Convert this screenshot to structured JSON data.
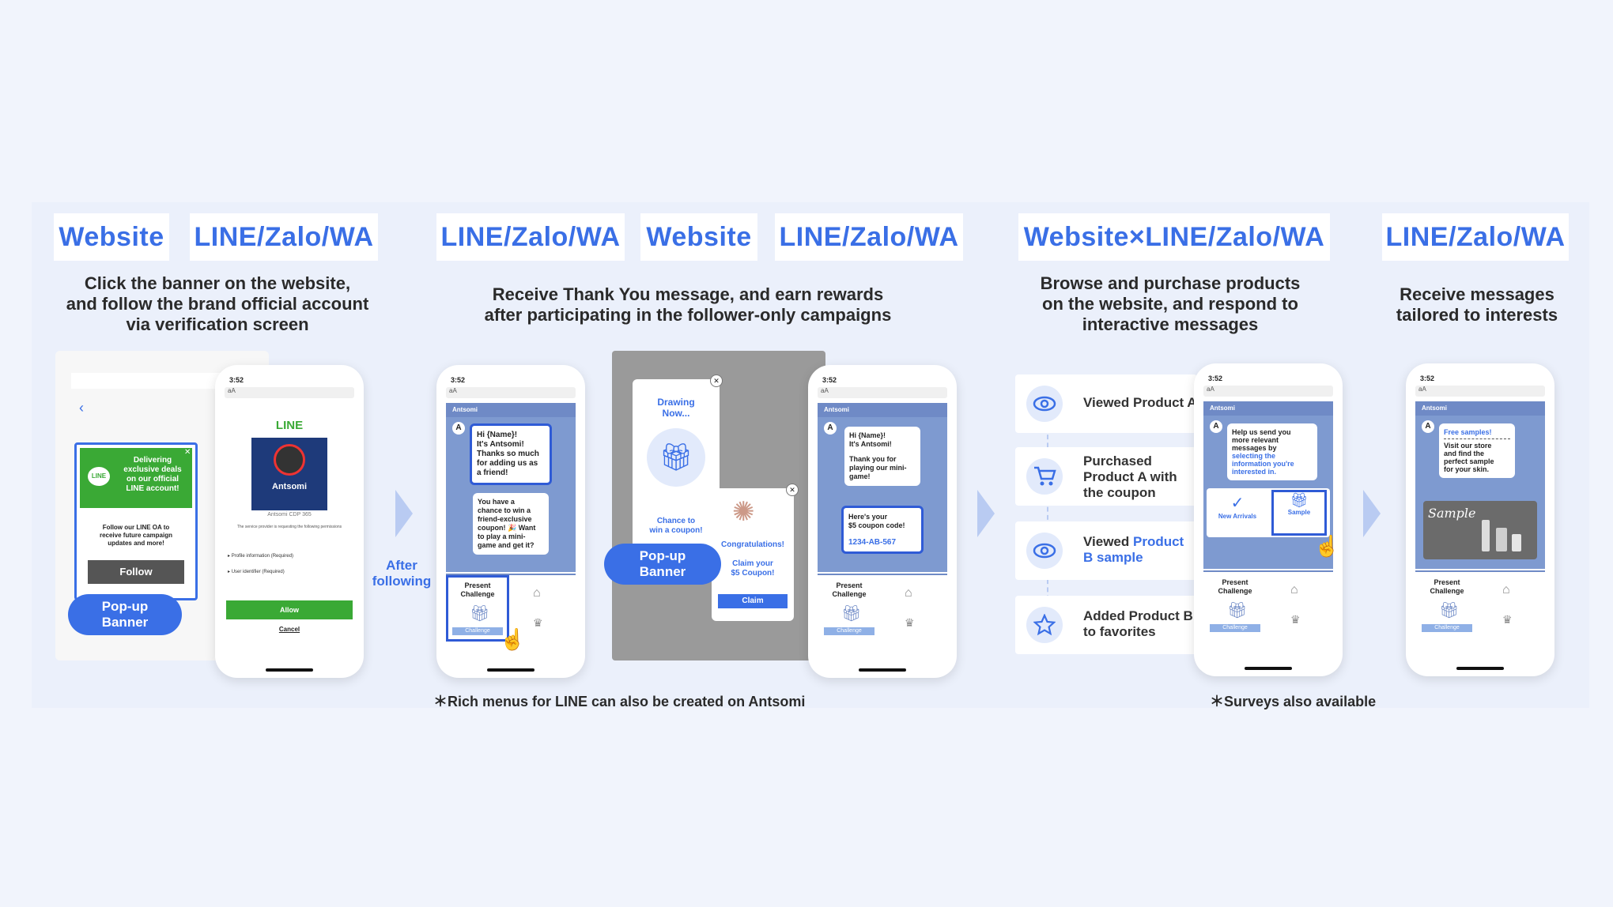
{
  "steps": {
    "s1": {
      "tags": [
        "Website",
        "LINE/Zalo/WA"
      ],
      "description": [
        "Click the banner on the website,",
        "and follow the brand official account",
        "via verification screen"
      ],
      "website_popup": {
        "text": [
          "Delivering",
          "exclusive deals",
          "on our official",
          "LINE account!"
        ],
        "line_logo": "LINE",
        "sub": [
          "Follow our LINE OA to",
          "receive future campaign",
          "updates and more!"
        ],
        "follow_button": "Follow"
      },
      "popup_banner": [
        "Pop-up",
        "Banner"
      ],
      "verify": {
        "time": "3:52",
        "url": "aA",
        "brand": "LINE",
        "account": "Antsomi",
        "account_sub": "Antsomi CDP 365",
        "permission_note": "The service provider is requesting the following permissions",
        "perms": [
          "Profile information (Required)",
          "User identifier (Required)"
        ],
        "allow": "Allow",
        "cancel": "Cancel"
      },
      "arrow_label": [
        "After",
        "following"
      ]
    },
    "s2": {
      "tags": [
        "LINE/Zalo/WA",
        "Website",
        "LINE/Zalo/WA"
      ],
      "description": [
        "Receive Thank You message, and earn rewards",
        "after participating in the follower-only campaigns"
      ],
      "phone1": {
        "time": "3:52",
        "url": "aA",
        "chat_title": "Antsomi",
        "bubble1": [
          "Hi {Name}!",
          "It's Antsomi!",
          "Thanks so much",
          "for adding us as",
          "a friend!"
        ],
        "bubble2": [
          "You have a",
          "chance to win a",
          "friend-exclusive",
          "coupon! 🎉 Want",
          "to play a mini-",
          "game and get it?"
        ],
        "menu_left": [
          "Present",
          "Challenge"
        ],
        "menu_badge": "Challenge"
      },
      "game": {
        "drawing": [
          "Drawing",
          "Now..."
        ],
        "chance": [
          "Chance to",
          "win a coupon!"
        ],
        "congrats": "Congratulations!",
        "claim_text": [
          "Claim your",
          "$5 Coupon!"
        ],
        "claim_button": "Claim"
      },
      "popup_banner": [
        "Pop-up",
        "Banner"
      ],
      "phone2": {
        "time": "3:52",
        "url": "aA",
        "chat_title": "Antsomi",
        "bubble1": [
          "Hi {Name}!",
          "It's Antsomi!",
          "",
          "Thank you for",
          "playing our mini-",
          "game!"
        ],
        "bubble2": [
          "Here's your",
          "$5 coupon code!"
        ],
        "code": "1234-AB-567",
        "menu_left": [
          "Present",
          "Challenge"
        ],
        "menu_badge": "Challenge"
      },
      "note": "＊Rich menus for LINE can also be created on Antsomi"
    },
    "s3": {
      "tag": "Website×LINE/Zalo/WA",
      "description": [
        "Browse and purchase products",
        "on the website, and respond to",
        "interactive messages"
      ],
      "cards": [
        {
          "icon": "eye-icon",
          "text": [
            "Viewed Product A"
          ],
          "highlight": ""
        },
        {
          "icon": "cart-icon",
          "text": [
            "Purchased",
            "Product A with",
            "the coupon"
          ],
          "highlight": ""
        },
        {
          "icon": "eye-icon",
          "text": [
            "Viewed ",
            "B sample"
          ],
          "highlight": "Product"
        },
        {
          "icon": "star-icon",
          "text": [
            "Added Product B",
            "to favorites"
          ],
          "highlight": ""
        }
      ],
      "phone": {
        "time": "3:52",
        "url": "aA",
        "chat_title": "Antsomi",
        "bubble": [
          "Help us send you",
          "more relevant",
          "messages by",
          "selecting the",
          "information you're",
          "interested in."
        ],
        "opt1": "New Arrivals",
        "opt2": "Sample",
        "menu_left": [
          "Present",
          "Challenge"
        ],
        "menu_badge": "Challenge"
      },
      "note": "＊Surveys also available"
    },
    "s4": {
      "tag": "LINE/Zalo/WA",
      "description": [
        "Receive messages",
        "tailored to interests"
      ],
      "phone": {
        "time": "3:52",
        "url": "aA",
        "chat_title": "Antsomi",
        "bubble": [
          "Free samples!",
          "Visit our store",
          "and find the",
          "perfect sample",
          "for your skin."
        ],
        "image_text": "Sample",
        "menu_left": [
          "Present",
          "Challenge"
        ],
        "menu_badge": "Challenge"
      }
    }
  },
  "colors": {
    "accent": "#3a6fe6",
    "band": "#ebf0fb",
    "line_green": "#3aa935",
    "chat_bg": "#7e9ad0"
  }
}
